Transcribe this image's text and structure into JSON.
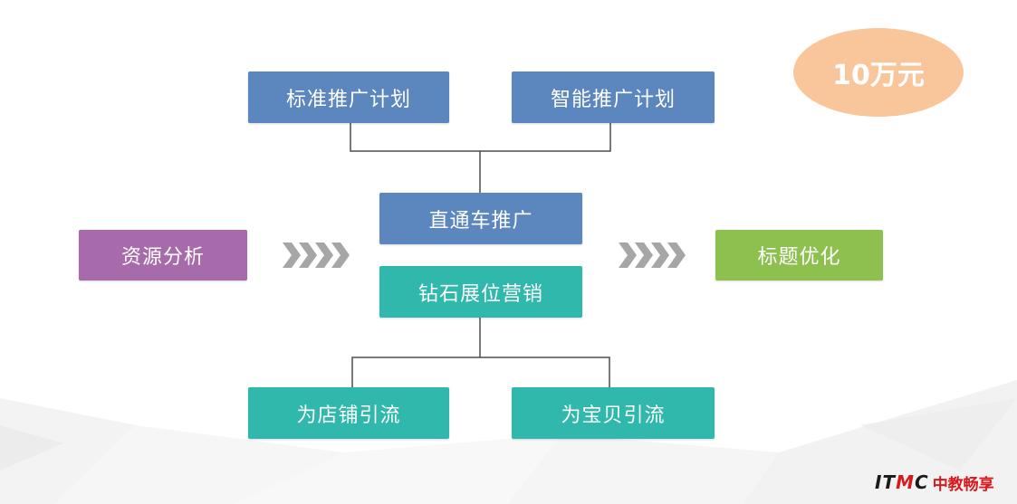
{
  "diagram": {
    "nodes": {
      "standard_plan": "标准推广计划",
      "smart_plan": "智能推广计划",
      "through_train": "直通车推广",
      "diamond_booth": "钻石展位营销",
      "shop_traffic": "为店铺引流",
      "item_traffic": "为宝贝引流",
      "resource_analysis": "资源分析",
      "title_optimization": "标题优化"
    },
    "budget_badge": "10万元"
  },
  "branding": {
    "logo_latin_1": "IT",
    "logo_latin_2": "M",
    "logo_latin_3": "C",
    "logo_cn": "中教畅享"
  },
  "colors": {
    "blue": "#5b87be",
    "teal": "#2fb8ab",
    "purple": "#a76aab",
    "green": "#8ec04f",
    "badge": "#f9c59a",
    "arrows": "#a6a6a6",
    "connector": "#4d4d4d"
  }
}
